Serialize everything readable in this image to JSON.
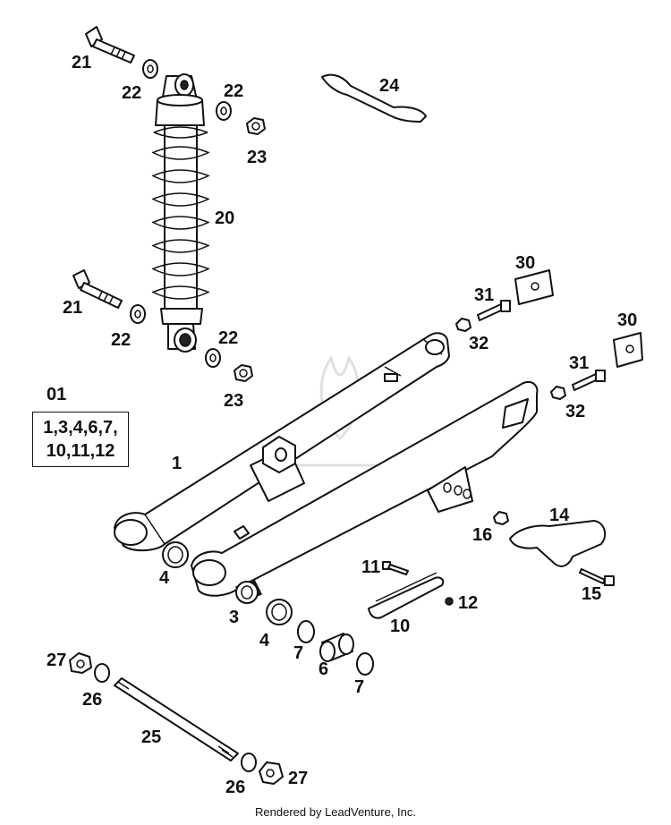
{
  "callouts": {
    "c1": "1",
    "c3": "3",
    "c4a": "4",
    "c4b": "4",
    "c6": "6",
    "c7a": "7",
    "c7b": "7",
    "c10": "10",
    "c11": "11",
    "c12": "12",
    "c14": "14",
    "c15": "15",
    "c16": "16",
    "c20": "20",
    "c21a": "21",
    "c21b": "21",
    "c22a": "22",
    "c22b": "22",
    "c22c": "22",
    "c22d": "22",
    "c23a": "23",
    "c23b": "23",
    "c24": "24",
    "c25": "25",
    "c26a": "26",
    "c26b": "26",
    "c27a": "27",
    "c27b": "27",
    "c30a": "30",
    "c30b": "30",
    "c31a": "31",
    "c31b": "31",
    "c32a": "32",
    "c32b": "32"
  },
  "kit": {
    "label": "01",
    "line1": "1,3,4,6,7,",
    "line2": "10,11,12"
  },
  "footer": "Rendered by LeadVenture, Inc.",
  "icons": [
    "shock-absorber",
    "swingarm",
    "axle",
    "bolt",
    "nut",
    "washer",
    "bushing",
    "bearing",
    "chain-guide",
    "spanner"
  ]
}
